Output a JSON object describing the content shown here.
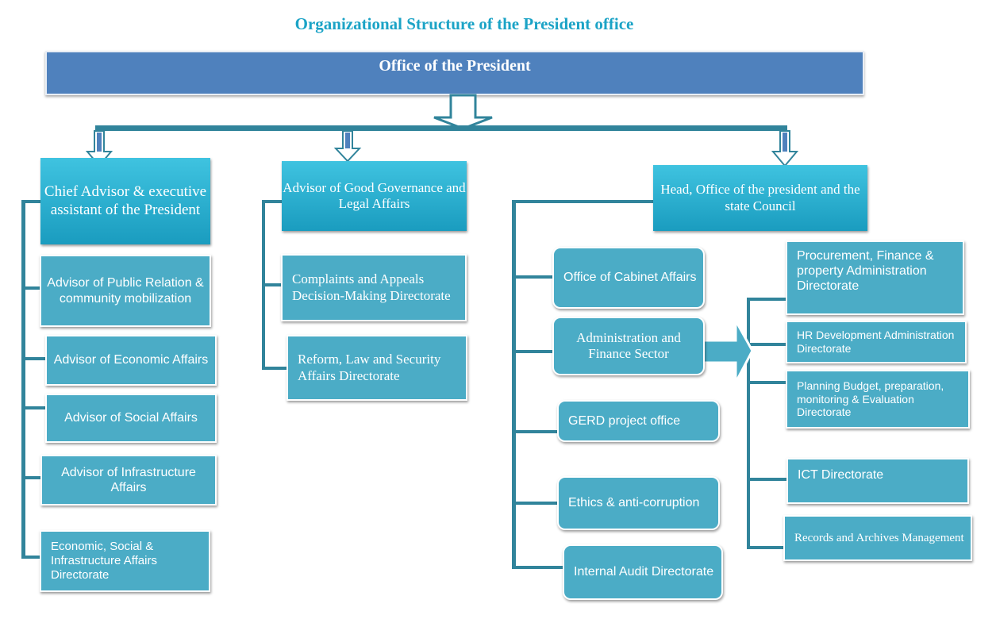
{
  "title": "Organizational Structure of the President office",
  "top": "Office of the President",
  "heads": {
    "chief": "Chief Advisor & executive assistant of the President",
    "good": "Advisor of Good Governance and Legal Affairs",
    "head": "Head, Office of the president and the state Council"
  },
  "chief_items": [
    "Advisor of Public Relation & community mobilization",
    "Advisor of Economic Affairs",
    "Advisor of Social Affairs",
    "Advisor of Infrastructure Affairs",
    "Economic, Social & Infrastructure Affairs Directorate"
  ],
  "good_items": [
    "Complaints and Appeals Decision-Making Directorate",
    "Reform, Law and Security Affairs Directorate"
  ],
  "head_items": [
    "Office of Cabinet Affairs",
    "Administration and Finance Sector",
    "GERD project office",
    "Ethics & anti-corruption",
    "Internal Audit Directorate"
  ],
  "admin_items": [
    "Procurement, Finance & property Administration Directorate",
    "HR Development Administration Directorate",
    "Planning Budget, preparation, monitoring & Evaluation Directorate",
    "ICT Directorate",
    "Records and Archives Management"
  ],
  "colors": {
    "box": "#4bacc6",
    "connector": "#31849b",
    "top": "#4f81bd",
    "title": "#1ba3c6"
  }
}
